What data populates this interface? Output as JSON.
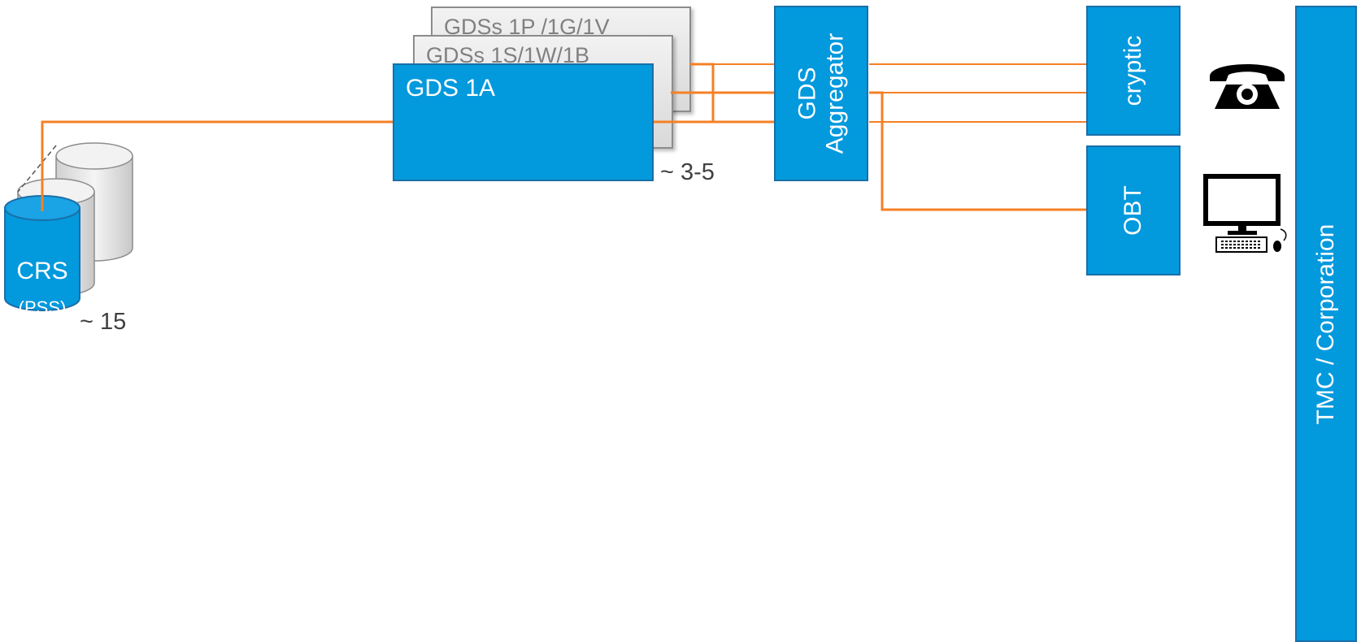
{
  "gds_stack": {
    "back_label": "GDSs 1P /1G/1V",
    "middle_label": "GDSs 1S/1W/1B",
    "front_label": "GDS 1A",
    "count_note": "~ 3-5"
  },
  "aggregator": {
    "line1": "GDS",
    "line2": "Aggregator"
  },
  "channels": {
    "cryptic_label": "cryptic",
    "obt_label": "OBT"
  },
  "tmc": {
    "label": "TMC / Corporation"
  },
  "crs": {
    "label": "CRS",
    "sub_label": "(PSS)",
    "count_note": "~ 15"
  },
  "icons": [
    "telephone-icon",
    "computer-icon",
    "keyboard-icon",
    "mouse-icon",
    "database-icon"
  ],
  "colors": {
    "box_fill": "#0399dd",
    "connector": "#f58025",
    "stack_gray": "#d9d9d9"
  }
}
